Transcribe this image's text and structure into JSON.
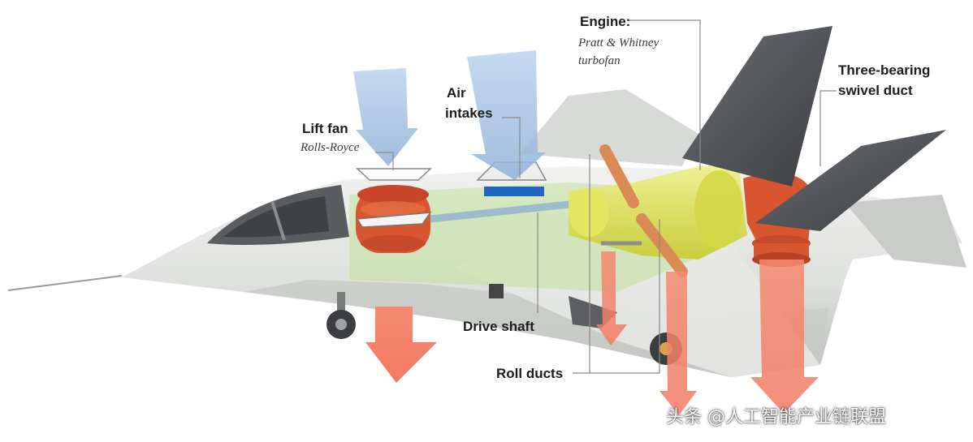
{
  "labels": {
    "engine": "Engine:",
    "engine_sub_1": "Pratt & Whitney",
    "engine_sub_2": "turbofan",
    "three_bearing_1": "Three-bearing",
    "three_bearing_2": "swivel duct",
    "air_intakes_1": "Air",
    "air_intakes_2": "intakes",
    "lift_fan": "Lift fan",
    "lift_fan_sub": "Rolls-Royce",
    "drive_shaft": "Drive shaft",
    "roll_ducts": "Roll ducts"
  },
  "watermark": "头条 @人工智能产业链联盟",
  "colors": {
    "intake_arrow": "#a9c4e4",
    "exhaust_arrow": "#f4806a",
    "engine": "#dde04a",
    "lift_fan": "#d9552f",
    "fuselage": "#e3e5e2",
    "tail": "#4e5054",
    "leader_line": "#8a8a8a"
  },
  "icons": {
    "lift_fan": "lift-fan-icon",
    "air_intake": "air-intake-icon",
    "engine": "engine-icon",
    "swivel_duct": "swivel-duct-icon"
  }
}
